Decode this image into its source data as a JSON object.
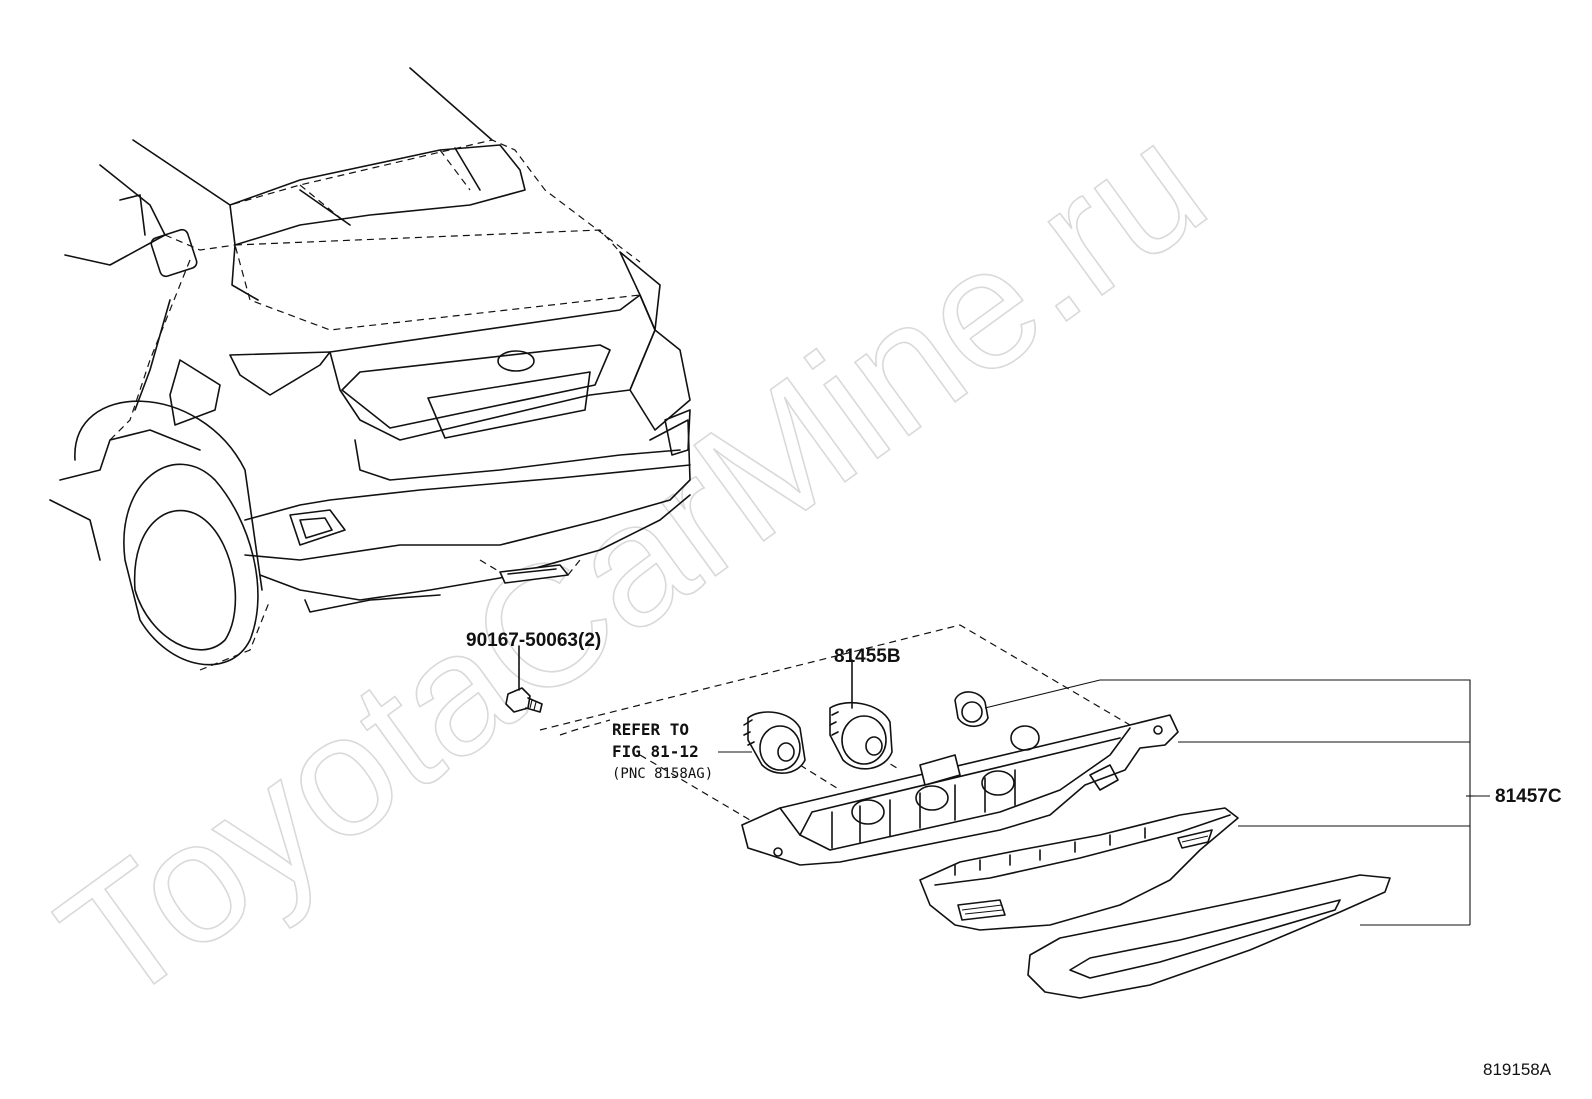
{
  "watermark": "ToyotaCarMine.ru",
  "diagram_code": "819158A",
  "labels": {
    "bolt_part": "90167-50063(2)",
    "socket_part": "81455B",
    "lamp_assembly_part": "81457C",
    "refer_line1": "REFER TO",
    "refer_line2": "FIG 81-12",
    "refer_line3": "(PNC 8158AG)"
  }
}
